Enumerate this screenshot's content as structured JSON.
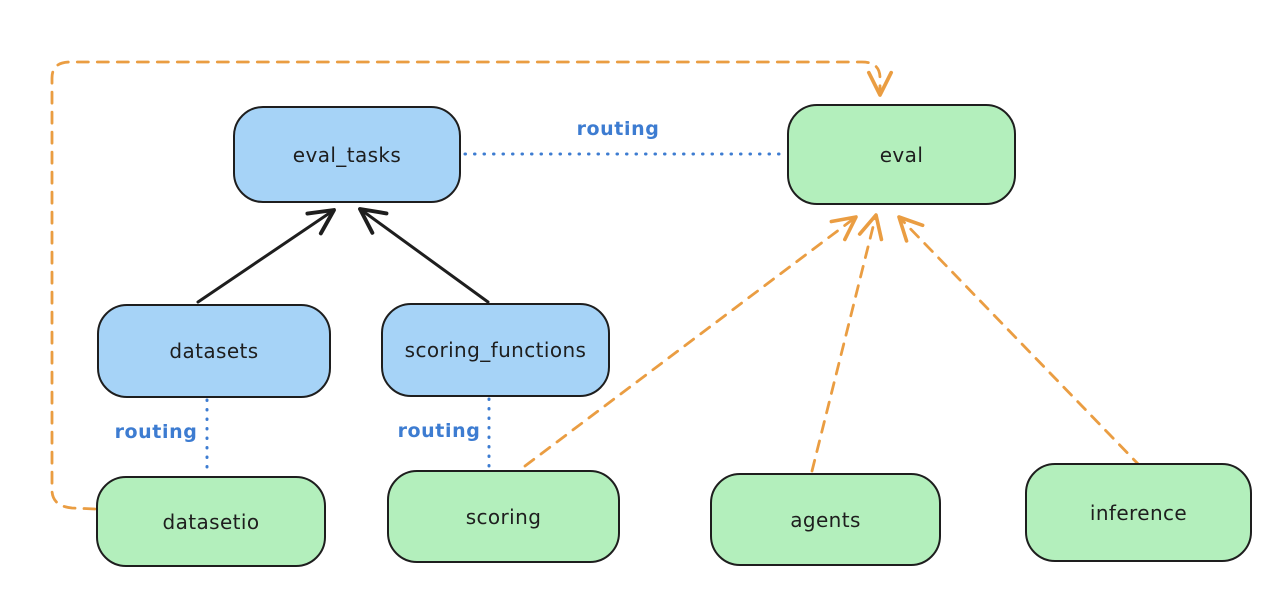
{
  "diagram": {
    "background": "#ffffff",
    "colors": {
      "blue_fill": "#a6d3f7",
      "green_fill": "#b3efbc",
      "stroke": "#1e1e1e",
      "orange": "#ea9d42",
      "routing_blue": "#3d7cd1"
    },
    "nodes": [
      {
        "id": "eval_tasks",
        "label": "eval_tasks",
        "color": "blue"
      },
      {
        "id": "eval",
        "label": "eval",
        "color": "green"
      },
      {
        "id": "datasets",
        "label": "datasets",
        "color": "blue"
      },
      {
        "id": "scoring_functions",
        "label": "scoring_functions",
        "color": "blue"
      },
      {
        "id": "datasetio",
        "label": "datasetio",
        "color": "green"
      },
      {
        "id": "scoring",
        "label": "scoring",
        "color": "green"
      },
      {
        "id": "agents",
        "label": "agents",
        "color": "green"
      },
      {
        "id": "inference",
        "label": "inference",
        "color": "green"
      }
    ],
    "edges": [
      {
        "from": "datasets",
        "to": "eval_tasks",
        "style": "solid-arrow",
        "color": "black",
        "label": ""
      },
      {
        "from": "scoring_functions",
        "to": "eval_tasks",
        "style": "solid-arrow",
        "color": "black",
        "label": ""
      },
      {
        "from": "eval_tasks",
        "to": "eval",
        "style": "dotted",
        "color": "blue",
        "label": "routing"
      },
      {
        "from": "datasets",
        "to": "datasetio",
        "style": "dotted",
        "color": "blue",
        "label": "routing"
      },
      {
        "from": "scoring_functions",
        "to": "scoring",
        "style": "dotted",
        "color": "blue",
        "label": "routing"
      },
      {
        "from": "datasetio",
        "to": "eval",
        "style": "dashed-arrow",
        "color": "orange",
        "label": ""
      },
      {
        "from": "scoring",
        "to": "eval",
        "style": "dashed-arrow",
        "color": "orange",
        "label": ""
      },
      {
        "from": "agents",
        "to": "eval",
        "style": "dashed-arrow",
        "color": "orange",
        "label": ""
      },
      {
        "from": "inference",
        "to": "eval",
        "style": "dashed-arrow",
        "color": "orange",
        "label": ""
      }
    ]
  }
}
